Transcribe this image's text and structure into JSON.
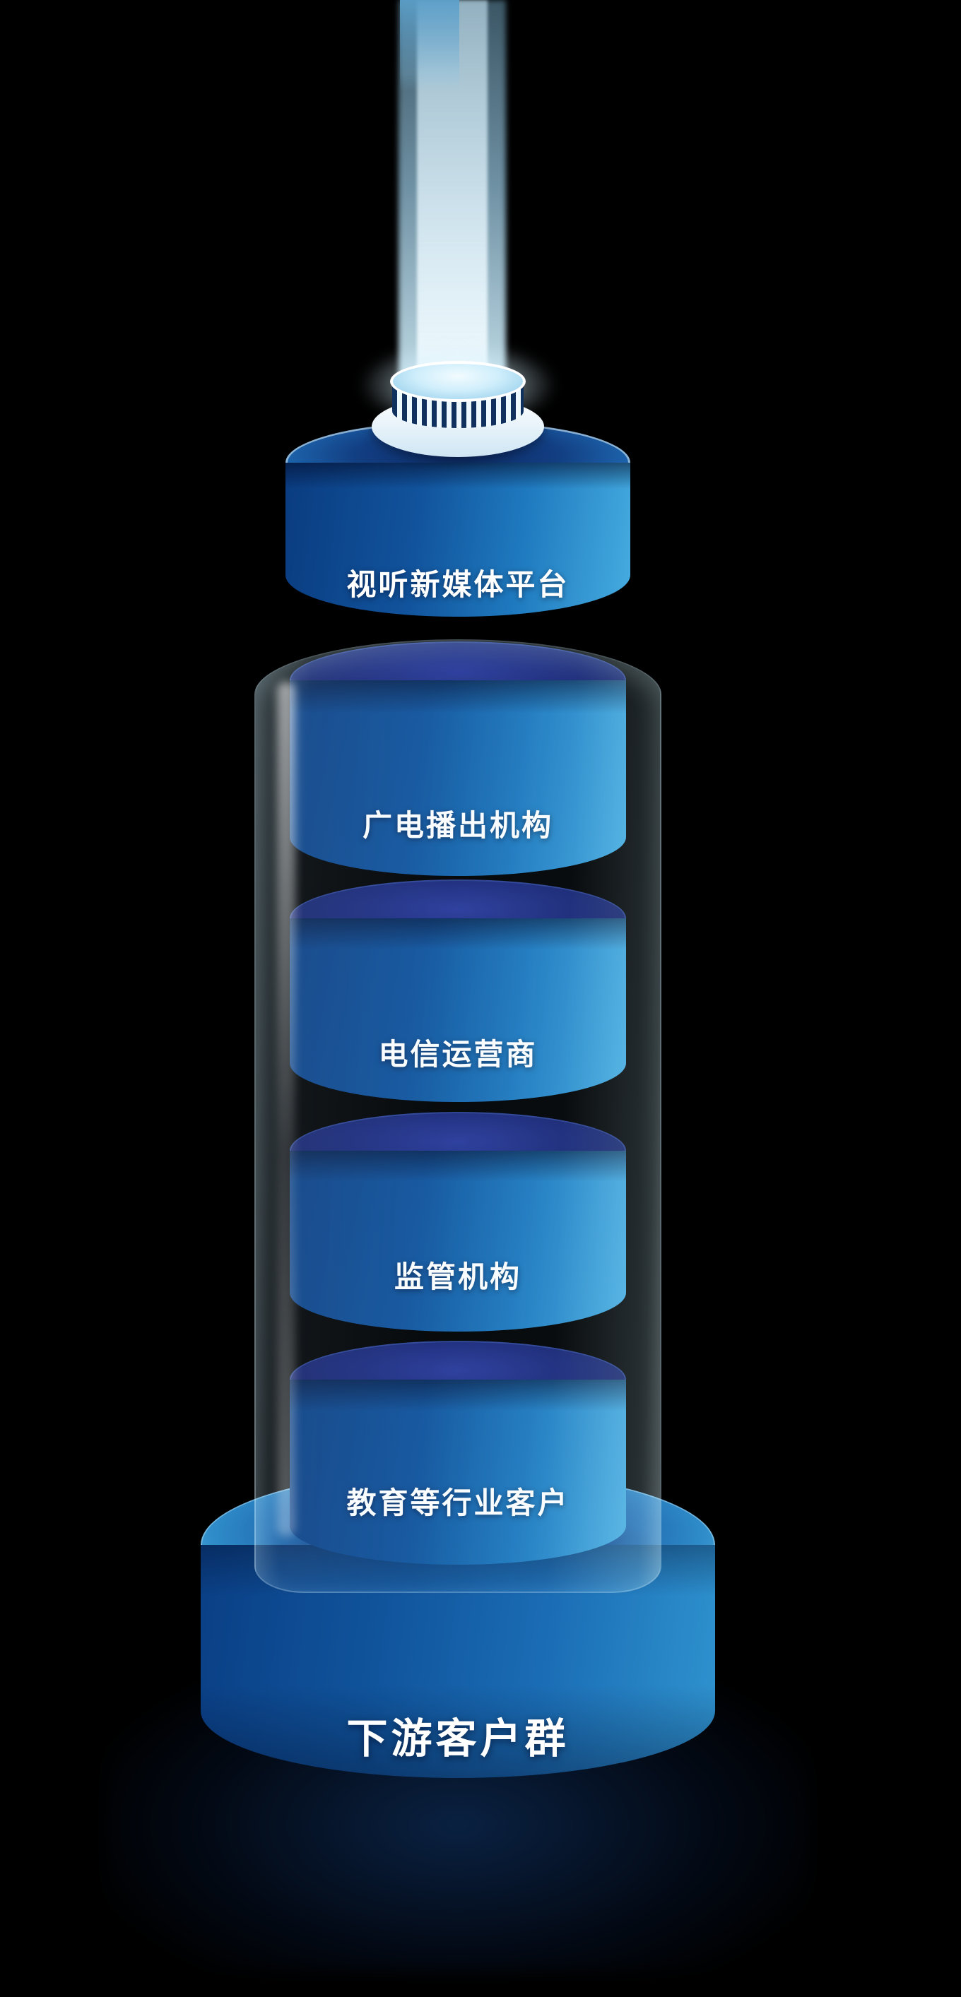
{
  "tower": {
    "type": "stacked-cylinder-tower",
    "layers": [
      {
        "id": "layer-1",
        "label": "视听新媒体平台"
      },
      {
        "id": "layer-2",
        "label": "广电播出机构"
      },
      {
        "id": "layer-3",
        "label": "电信运营商"
      },
      {
        "id": "layer-4",
        "label": "监管机构"
      },
      {
        "id": "layer-5",
        "label": "教育等行业客户"
      }
    ],
    "base": {
      "label": "下游客户群"
    }
  },
  "colors": {
    "background": "#000000",
    "cylinder_body_dark": "#0a3c80",
    "cylinder_body_light": "#45ace0",
    "cylinder_top_dark": "#1b2878",
    "base_rim_light": "#7dd4f4",
    "beam_light": "#d8f0fc",
    "label_text": "#ffffff"
  }
}
